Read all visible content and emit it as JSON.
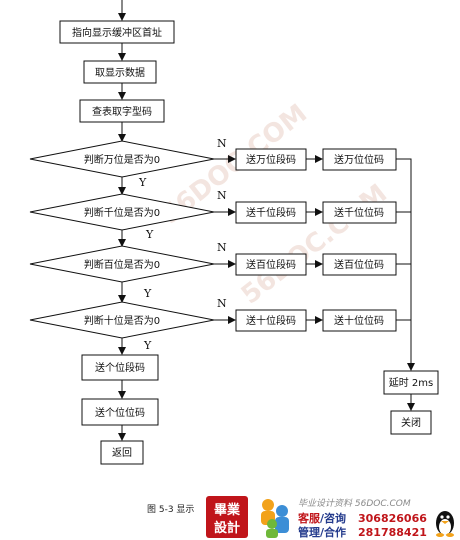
{
  "nodes": {
    "point_buffer": "指向显示缓冲区首址",
    "get_data": "取显示数据",
    "lookup_table": "查表取字型码",
    "check_wan": "判断万位是否为0",
    "check_qian": "判断千位是否为0",
    "check_bai": "判断百位是否为0",
    "check_shi": "判断十位是否为0",
    "send_wan_seg": "送万位段码",
    "send_wan_pos": "送万位位码",
    "send_qian_seg": "送千位段码",
    "send_qian_pos": "送千位位码",
    "send_bai_seg": "送百位段码",
    "send_bai_pos": "送百位位码",
    "send_shi_seg": "送十位段码",
    "send_shi_pos": "送十位位码",
    "send_ge_seg": "送个位段码",
    "send_ge_pos": "送个位位码",
    "return": "返回",
    "delay": "延时 2ms",
    "close": "关闭"
  },
  "labels": {
    "yes": "Y",
    "no": "N"
  },
  "caption": "图 5-3 显示",
  "watermark": "56DOC.COM",
  "footer": {
    "logo_top": "畢業",
    "logo_bottom": "設計",
    "site_line": "毕业设计资料 56DOC.COM",
    "service_a": "客服",
    "service_b": "/咨询",
    "qq_a": "306826066",
    "manage_a": "管理",
    "manage_b": "/合作",
    "qq_b": "281788421"
  }
}
